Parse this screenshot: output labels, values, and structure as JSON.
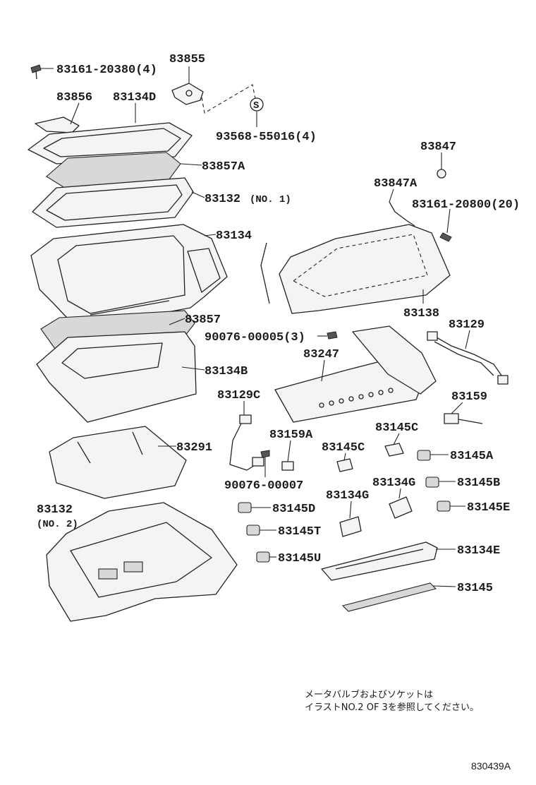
{
  "diagram": {
    "callouts": {
      "p83161_20380": "83161-20380(4)",
      "p83855": "83855",
      "p83856": "83856",
      "p83134D": "83134D",
      "p93568": "93568-55016(4)",
      "p83847": "83847",
      "p83857A": "83857A",
      "p83847A": "83847A",
      "p83132_no1_num": "83132",
      "p83132_no1_suffix": "(NO. 1)",
      "p83161_20800": "83161-20800(20)",
      "p83134": "83134",
      "p83138": "83138",
      "p83857": "83857",
      "p90076_00005": "90076-00005(3)",
      "p83129": "83129",
      "p83247": "83247",
      "p83134B": "83134B",
      "p83129C": "83129C",
      "p83159": "83159",
      "p83145C_a": "83145C",
      "p83159A": "83159A",
      "p83145C_b": "83145C",
      "p83291": "83291",
      "p83145A": "83145A",
      "p90076_00007": "90076-00007",
      "p83134G_a": "83134G",
      "p83145B": "83145B",
      "p83134G_b": "83134G",
      "p83132_no2_num": "83132",
      "p83132_no2_suffix": "(NO. 2)",
      "p83145D": "83145D",
      "p83145E": "83145E",
      "p83145T": "83145T",
      "p83145U": "83145U",
      "p83134E": "83134E",
      "p83145": "83145",
      "s_marker": "S"
    },
    "note": {
      "line1": "メータバルブおよびソケットは",
      "line2": "イラストNO.2 OF 3を参照してください。"
    },
    "reference_code": "830439A"
  }
}
